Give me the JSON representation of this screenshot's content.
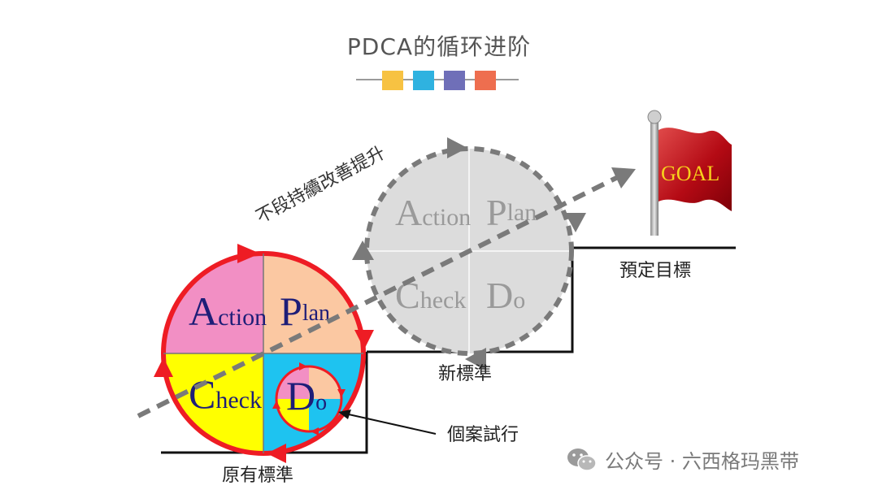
{
  "title": "PDCA的循环进阶",
  "decor_colors": [
    "#F7C242",
    "#2FB2E0",
    "#6F6FB8",
    "#EE6E4F"
  ],
  "big_cycle": {
    "action": {
      "big": "A",
      "small": "ction"
    },
    "plan": {
      "big": "P",
      "small": "lan"
    },
    "check": {
      "big": "C",
      "small": "heck"
    },
    "do": {
      "big": "D",
      "small": "o"
    },
    "colors": {
      "action": "#F28FC4",
      "plan": "#FBC8A2",
      "check": "#FFFF00",
      "do": "#1EC3F0",
      "ring": "#EE1C24",
      "text": "#1E1E78"
    }
  },
  "upper_cycle": {
    "action": {
      "big": "A",
      "small": "ction"
    },
    "plan": {
      "big": "P",
      "small": "lan"
    },
    "check": {
      "big": "C",
      "small": "heck"
    },
    "do": {
      "big": "D",
      "small": "o"
    }
  },
  "diagonal_label": "不段持續改善提升",
  "labels": {
    "original_standard": "原有標準",
    "new_standard": "新標準",
    "target": "預定目標",
    "trial": "個案試行"
  },
  "goal_flag": "GOAL",
  "watermark": "公众号 · 六西格玛黑带"
}
